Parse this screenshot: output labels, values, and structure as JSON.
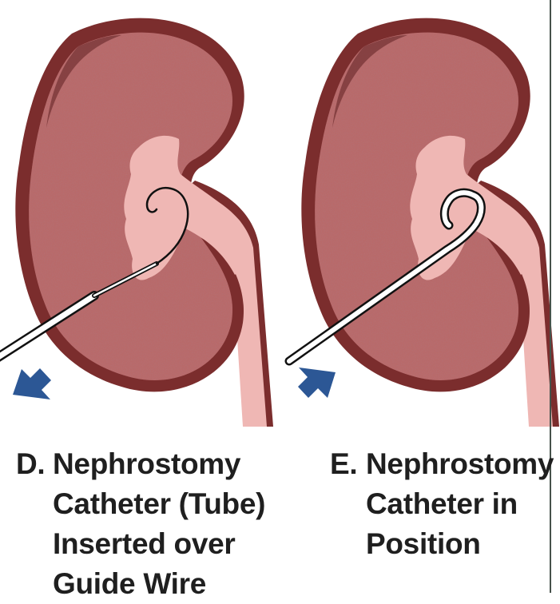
{
  "panels": [
    {
      "id": "D",
      "letter": "D.",
      "caption_lines": [
        "Nephrostomy",
        "Catheter (Tube)",
        "Inserted over",
        "Guide Wire"
      ],
      "arrow_direction": "outward"
    },
    {
      "id": "E",
      "letter": "E.",
      "caption_lines": [
        "Nephrostomy",
        "Catheter in",
        "Position"
      ],
      "arrow_direction": "inward"
    }
  ],
  "colors": {
    "capsule": "#7b2d2d",
    "cortex": "#b86b6b",
    "pelvis": "#efb7b4",
    "arrow": "#2c5795",
    "catheter_outline": "#111111",
    "catheter_fill": "#ffffff"
  }
}
